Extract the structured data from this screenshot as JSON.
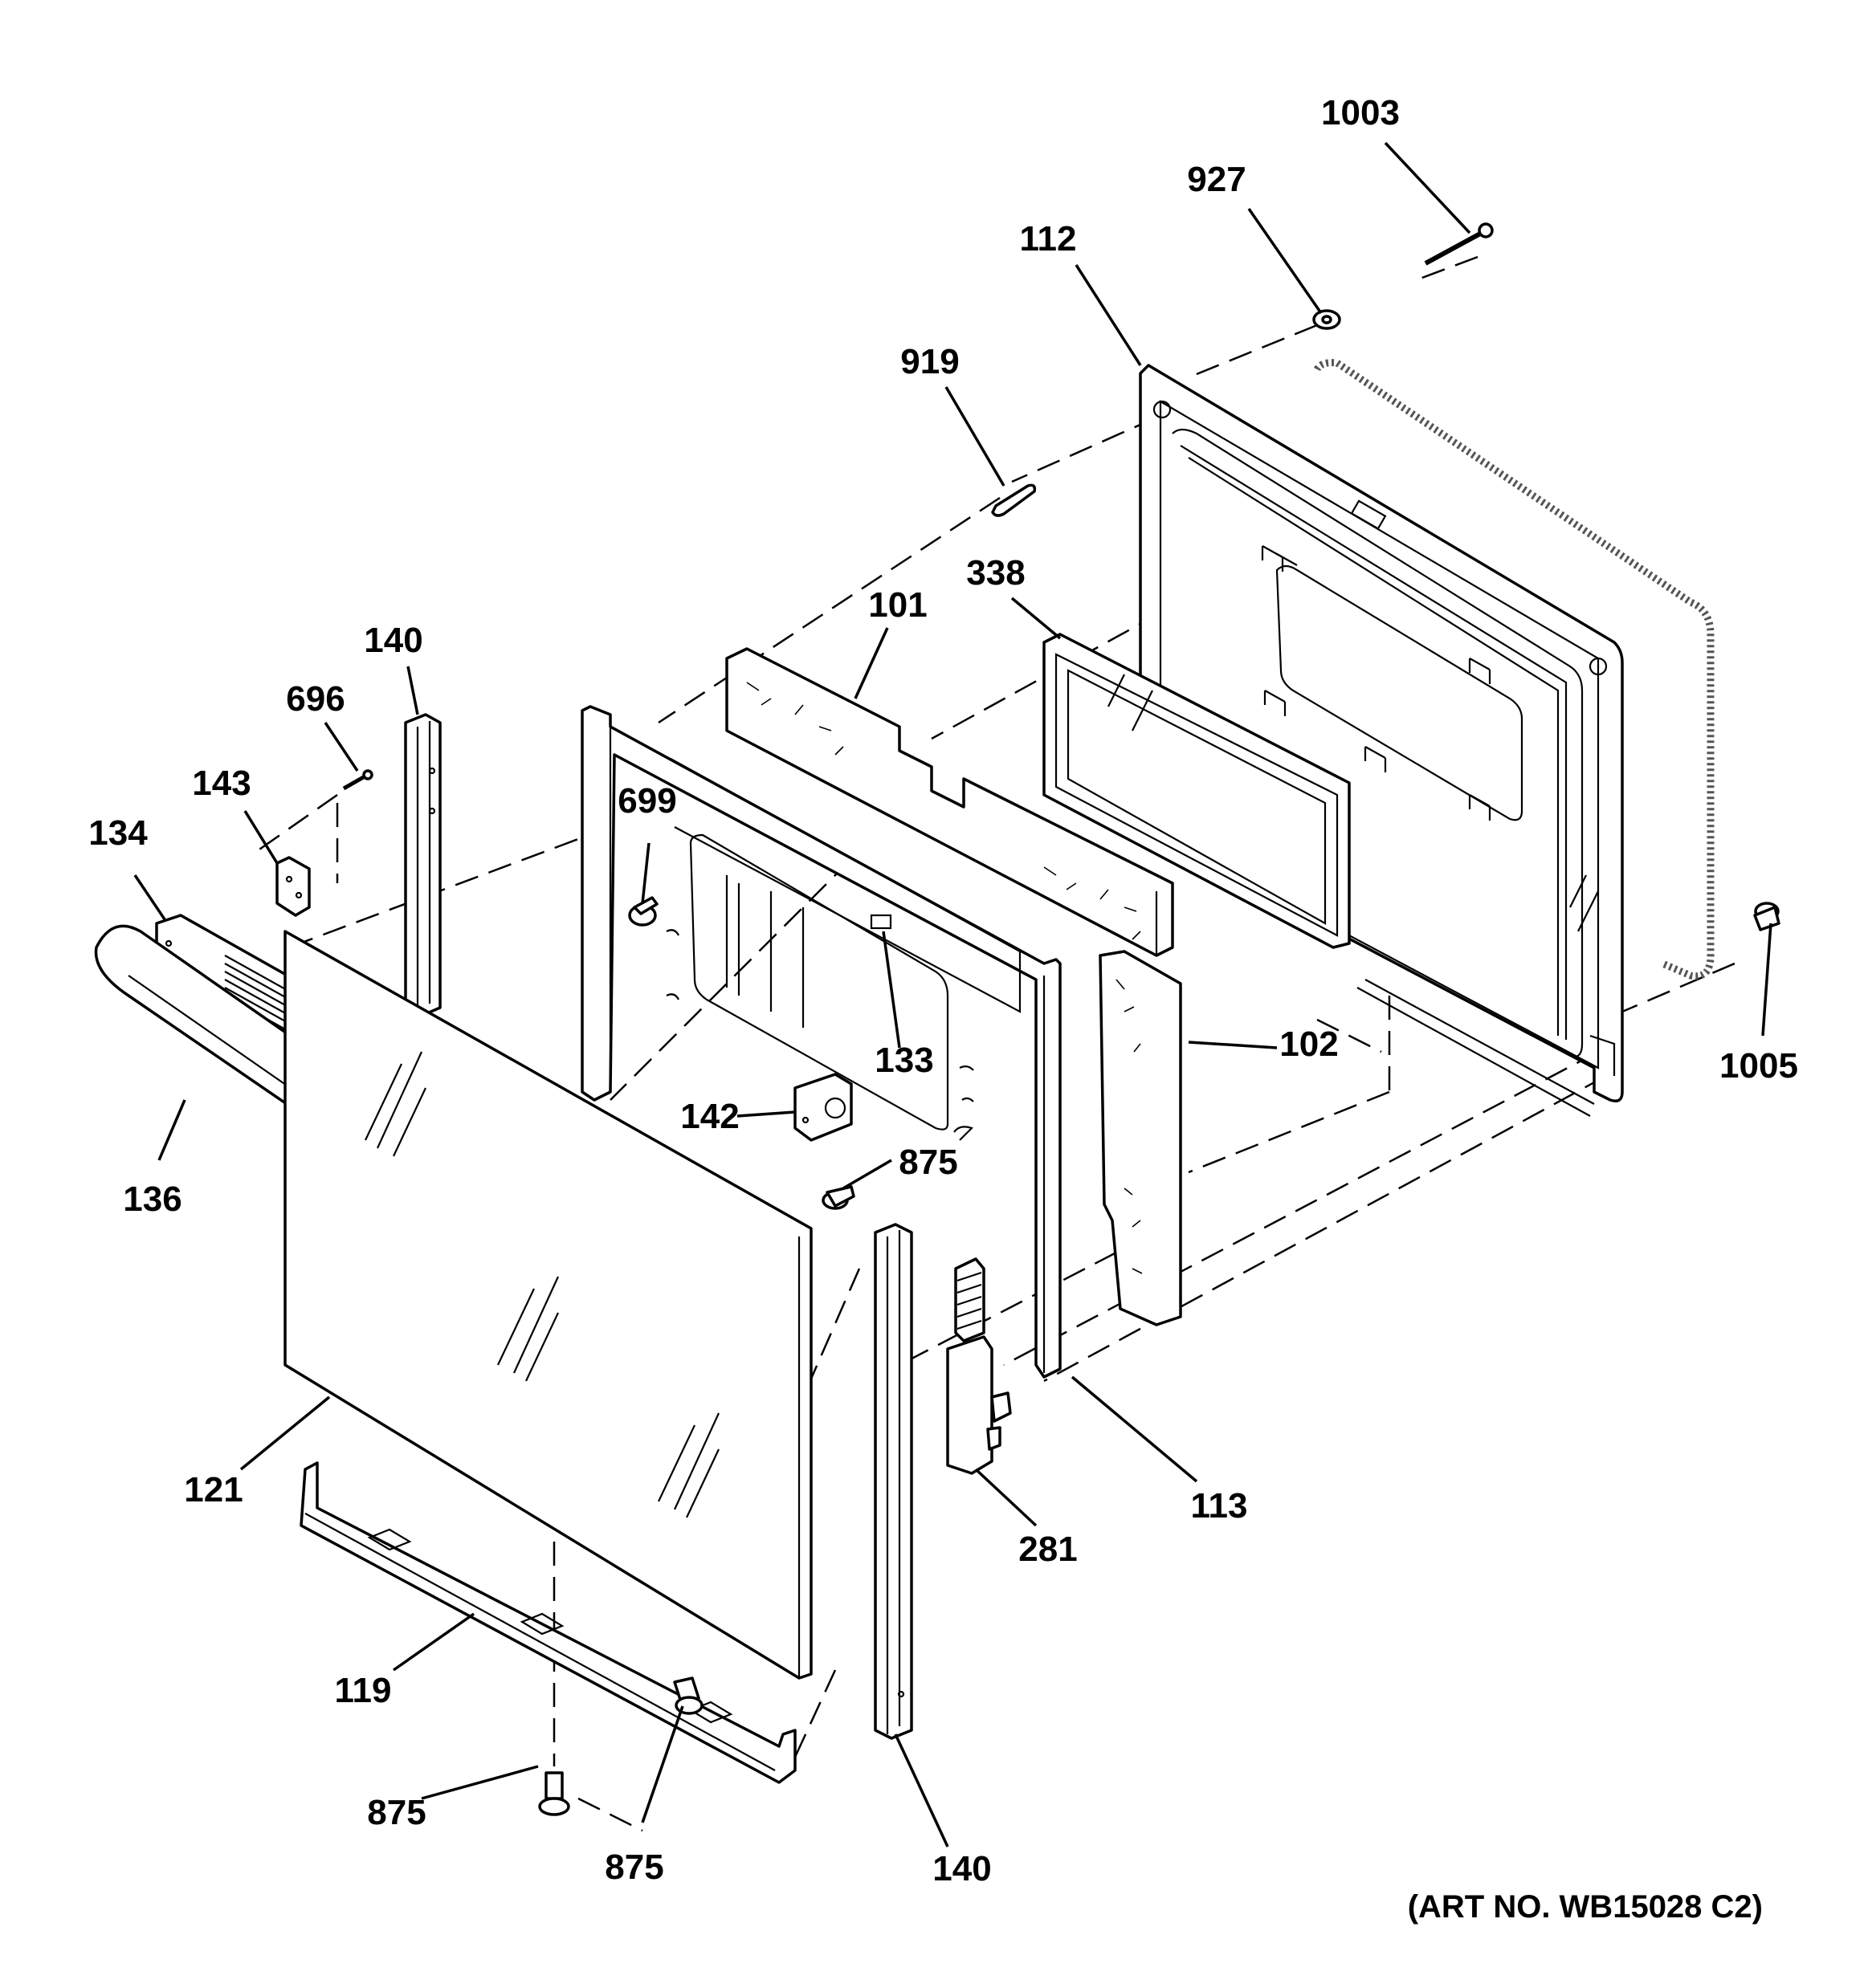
{
  "diagram": {
    "art_number": "(ART NO. WB15028 C2)",
    "callouts": {
      "p1003": "1003",
      "p927": "927",
      "p112": "112",
      "p919": "919",
      "p338": "338",
      "p101": "101",
      "p140_top": "140",
      "p696": "696",
      "p143": "143",
      "p134": "134",
      "p699": "699",
      "p1005": "1005",
      "p102": "102",
      "p133": "133",
      "p142": "142",
      "p875_mid": "875",
      "p136": "136",
      "p121": "121",
      "p119": "119",
      "p875_left": "875",
      "p875_bottom": "875",
      "p140_bottom": "140",
      "p281": "281",
      "p113": "113"
    }
  }
}
